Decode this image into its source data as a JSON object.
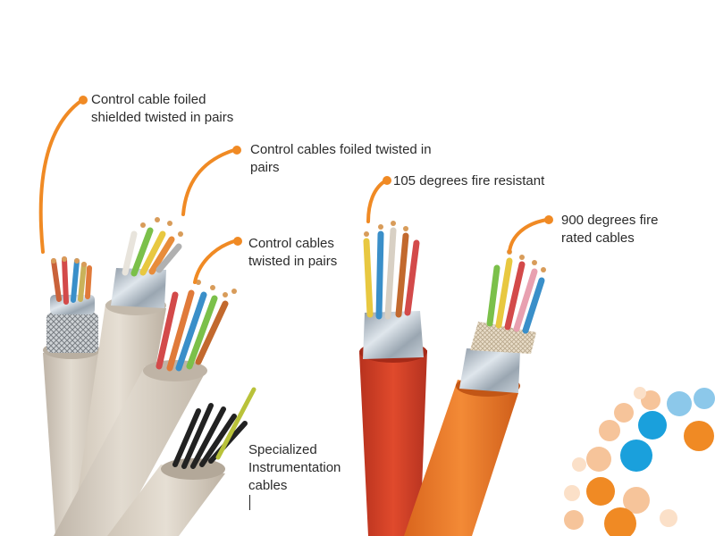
{
  "labels": {
    "foiled_shielded_pairs": [
      "Control cable foiled",
      "shielded twisted in pairs"
    ],
    "foiled_twisted_pairs": [
      "Control cables foiled twisted in",
      "pairs"
    ],
    "twisted_pairs": [
      "Control cables",
      "twisted in pairs"
    ],
    "instrumentation": [
      "Specialized",
      "Instrumentation",
      "cables"
    ],
    "fire_105": [
      "105 degrees fire resistant"
    ],
    "fire_900": [
      "900 degrees fire",
      "rated cables"
    ]
  },
  "colors": {
    "accent_orange": "#f08a24",
    "cable_beige": "#d8cfc2",
    "cable_red": "#d9452b",
    "cable_orange": "#ee7a2a",
    "dot_blue": "#1aa0dc",
    "dot_light_orange": "#f6c49a",
    "text": "#2b2b2b"
  }
}
